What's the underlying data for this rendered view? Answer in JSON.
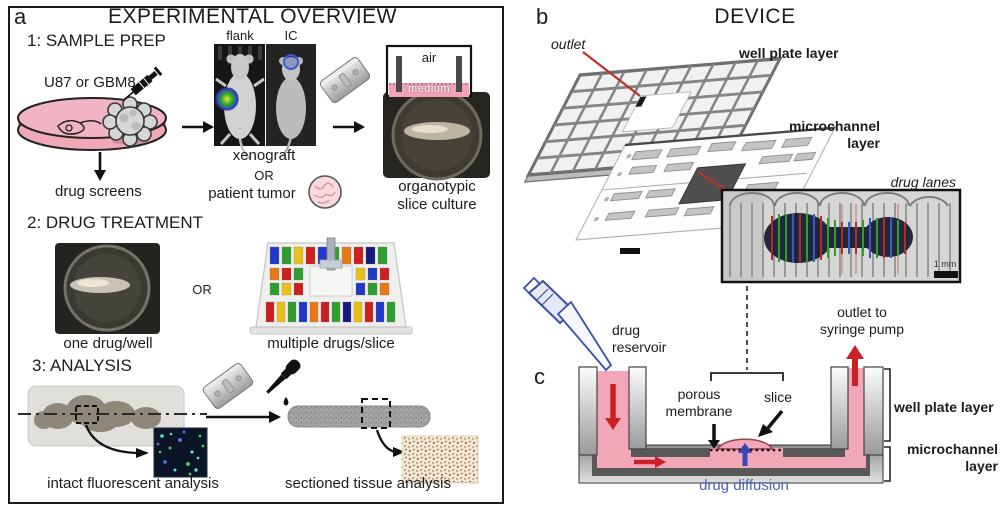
{
  "colors": {
    "medium_pink": "#f2a7b8",
    "arrow_red": "#cc2027",
    "diffusion_arrow_blue": "#3646b4",
    "diffusion_text_blue": "#4a64b0"
  },
  "panel_a": {
    "label": "a",
    "title": "EXPERIMENTAL OVERVIEW",
    "sample_prep": {
      "heading": "1: SAMPLE PREP",
      "cell_lines": "U87 or GBM8",
      "drug_screens": "drug screens",
      "flank_label": "flank",
      "ic_label": "IC",
      "xenograft": "xenograft",
      "or": "OR",
      "patient_tumor": "patient tumor",
      "air": "air",
      "medium": "medium",
      "organotypic": "organotypic\nslice culture"
    },
    "drug_treatment": {
      "heading": "2: DRUG TREATMENT",
      "one_drug_well": "one drug/well",
      "or": "OR",
      "multiple_drugs_slice": "multiple drugs/slice"
    },
    "analysis": {
      "heading": "3: ANALYSIS",
      "intact": "intact fluorescent analysis",
      "sectioned": "sectioned tissue analysis"
    }
  },
  "panel_b": {
    "label": "b",
    "title": "DEVICE",
    "outlet": "outlet",
    "well_plate_layer": "well plate layer",
    "microchannel_layer": "microchannel\nlayer",
    "drug_lanes": "drug lanes",
    "scale_bar": "1 mm"
  },
  "panel_c": {
    "label": "c",
    "drug_reservoir": "drug\nreservoir",
    "outlet_to_syringe_pump": "outlet to\nsyringe pump",
    "porous_membrane": "porous\nmembrane",
    "slice": "slice",
    "drug_diffusion": "drug diffusion",
    "well_plate_layer": "well plate layer",
    "microchannel_layer": "microchannel\nlayer"
  }
}
